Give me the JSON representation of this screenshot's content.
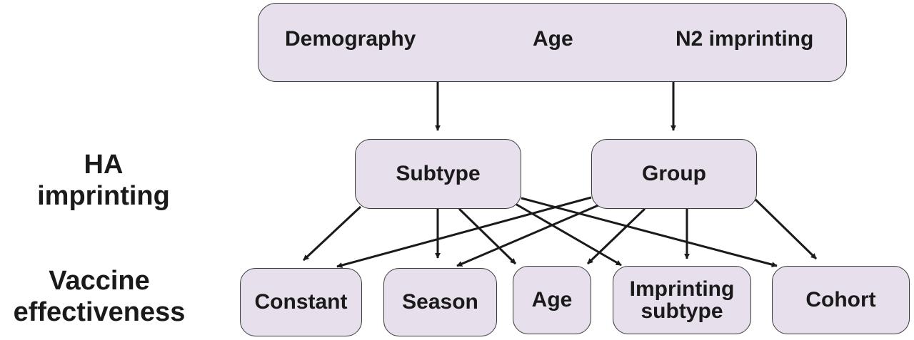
{
  "row_labels": {
    "ha_imprinting": [
      "HA",
      "imprinting"
    ],
    "vaccine_effectiveness": [
      "Vaccine",
      "effectiveness"
    ]
  },
  "top_box": {
    "items": [
      "Demography",
      "Age",
      "N2 imprinting"
    ]
  },
  "middle_nodes": {
    "subtype": "Subtype",
    "group": "Group"
  },
  "bottom_nodes": {
    "constant": "Constant",
    "season": "Season",
    "age": "Age",
    "imprinting_subtype": [
      "Imprinting",
      "subtype"
    ],
    "cohort": "Cohort"
  },
  "colors": {
    "node_fill": "#e8dfec",
    "node_border": "#3a3a3a",
    "arrow": "#1a1a1a"
  }
}
